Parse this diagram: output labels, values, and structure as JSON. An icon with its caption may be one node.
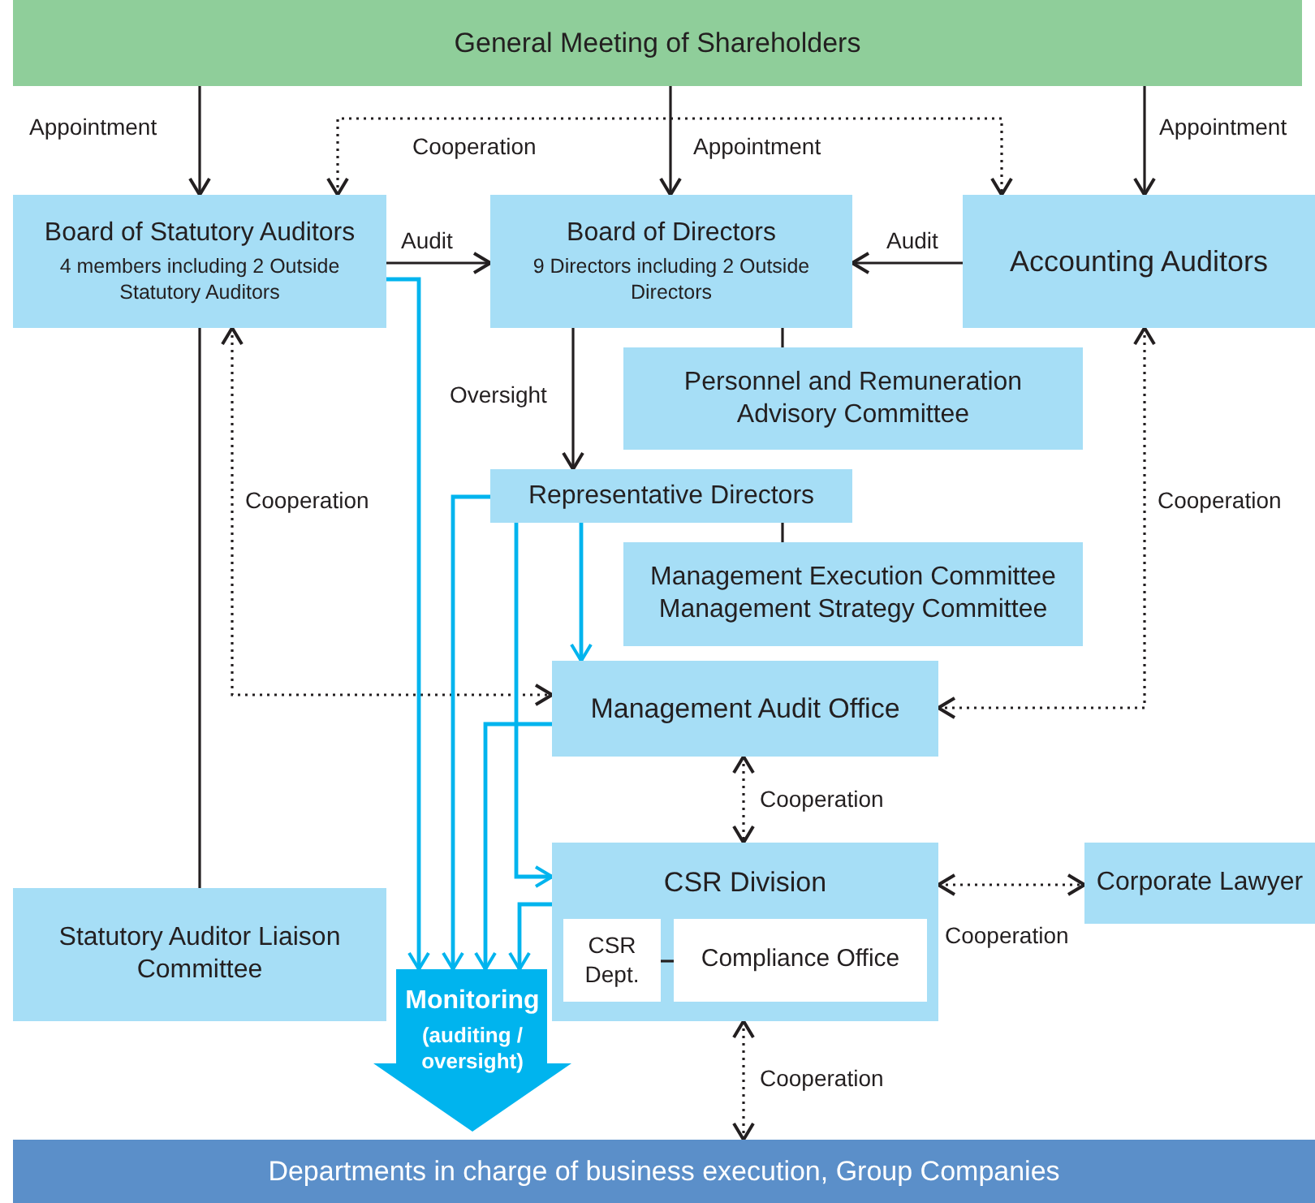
{
  "diagram": {
    "nodes": [
      {
        "text": [
          "General Meeting of Shareholders"
        ]
      },
      {
        "text": [
          "Board of Statutory Auditors",
          "4 members including 2 Outside Statutory Auditors"
        ]
      },
      {
        "text": [
          "Board of Directors",
          "9 Directors including 2 Outside Directors"
        ]
      },
      {
        "text": [
          "Accounting Auditors"
        ]
      },
      {
        "text": [
          "Personnel and Remuneration Advisory Committee"
        ]
      },
      {
        "text": [
          "Representative Directors"
        ]
      },
      {
        "text": [
          "Management Execution Committee",
          "Management Strategy Committee"
        ]
      },
      {
        "text": [
          "Management Audit Office"
        ]
      },
      {
        "text": [
          "CSR Division"
        ]
      },
      {
        "text": [
          "CSR Dept."
        ],
        "in": 8
      },
      {
        "text": [
          "Compliance Office"
        ],
        "in": 8
      },
      {
        "text": [
          "Corporate Lawyer"
        ]
      },
      {
        "text": [
          "Statutory Auditor Liaison Committee"
        ]
      },
      {
        "text": [
          "Monitoring",
          "(auditing / oversight)"
        ]
      },
      {
        "text": [
          "Departments in charge of business execution, Group Companies"
        ]
      }
    ],
    "edges": [
      {
        "from": 0,
        "to": 1,
        "arrow": "to",
        "label": "Appointment"
      },
      {
        "from": 0,
        "to": 2,
        "arrow": "to",
        "label": "Appointment"
      },
      {
        "from": 0,
        "to": 3,
        "arrow": "to",
        "label": "Appointment"
      },
      {
        "from": 1,
        "to": 3,
        "arrow": "both",
        "label": "Cooperation",
        "style": "dashed"
      },
      {
        "from": 1,
        "to": 2,
        "arrow": "to",
        "label": "Audit"
      },
      {
        "from": 3,
        "to": 2,
        "arrow": "to",
        "label": "Audit"
      },
      {
        "from": 2,
        "to": 5,
        "arrow": "to",
        "label": "Oversight"
      },
      {
        "from": 2,
        "to": 4,
        "arrow": "none"
      },
      {
        "from": 5,
        "to": 6,
        "arrow": "none"
      },
      {
        "from": 1,
        "to": 7,
        "arrow": "both",
        "label": "Cooperation",
        "style": "dashed"
      },
      {
        "from": 3,
        "to": 7,
        "arrow": "both",
        "label": "Cooperation",
        "style": "dashed"
      },
      {
        "from": 7,
        "to": 8,
        "arrow": "both",
        "label": "Cooperation",
        "style": "dashed"
      },
      {
        "from": 8,
        "to": 11,
        "arrow": "both",
        "label": "Cooperation",
        "style": "dashed"
      },
      {
        "from": 8,
        "to": 14,
        "arrow": "both",
        "label": "Cooperation",
        "style": "dashed"
      },
      {
        "from": 9,
        "to": 10,
        "arrow": "none"
      },
      {
        "from": 1,
        "to": 12,
        "arrow": "none"
      },
      {
        "from": 1,
        "to": 13,
        "arrow": "to",
        "color": "#00b4ee"
      },
      {
        "from": 5,
        "to": 13,
        "arrow": "to",
        "color": "#00b4ee"
      },
      {
        "from": 5,
        "to": 7,
        "arrow": "to",
        "color": "#00b4ee"
      },
      {
        "from": 7,
        "to": 13,
        "arrow": "to",
        "color": "#00b4ee"
      },
      {
        "from": 5,
        "to": 8,
        "arrow": "to",
        "color": "#00b4ee"
      },
      {
        "from": 8,
        "to": 13,
        "arrow": "to",
        "color": "#00b4ee"
      }
    ]
  }
}
